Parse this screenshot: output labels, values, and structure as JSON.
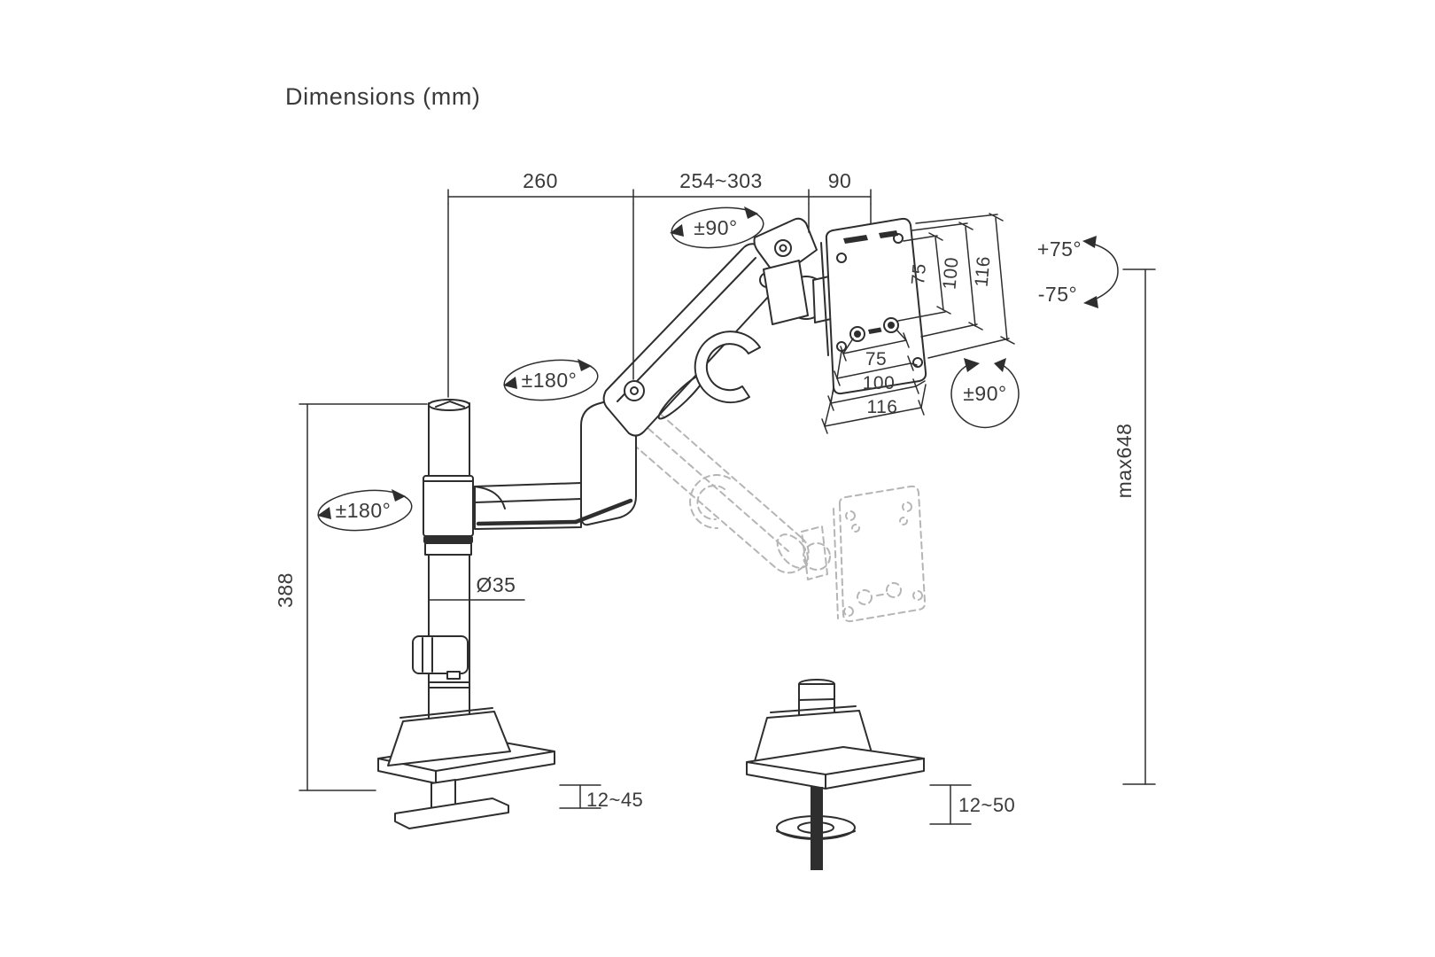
{
  "title": "Dimensions (mm)",
  "dims": {
    "arm_rear_reach": "260",
    "arm_front_reach": "254~303",
    "head_depth": "90",
    "pole_height": "388",
    "pole_diameter": "Ø35",
    "max_height": "max648",
    "clamp_desk_thickness": "12~45",
    "grommet_desk_thickness": "12~50"
  },
  "angles": {
    "arm_swivel": "±90°",
    "forearm_swivel": "±180°",
    "pole_swivel": "±180°",
    "screen_pivot": "±90°",
    "tilt_up": "+75°",
    "tilt_down": "-75°"
  },
  "vesa": {
    "side": [
      "75",
      "100",
      "116"
    ],
    "bottom": [
      "75",
      "100",
      "116"
    ]
  },
  "colors": {
    "line": "#2e2e2e",
    "ghost": "#b5b5b5",
    "text": "#3a3a3a",
    "background": "#ffffff"
  }
}
